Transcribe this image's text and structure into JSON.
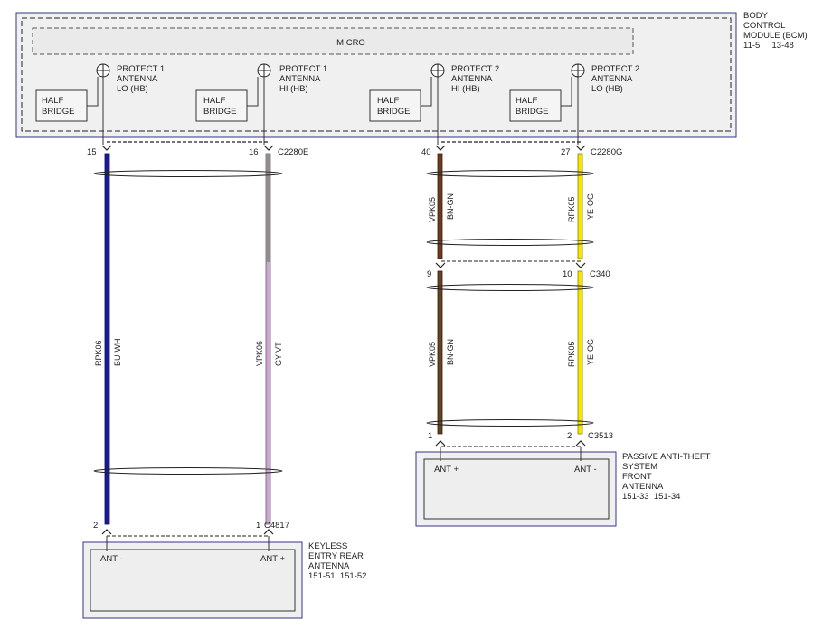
{
  "bcm": {
    "title_lines": [
      "BODY",
      "CONTROL",
      "MODULE (BCM)",
      "11-5     13-48"
    ],
    "micro_label": "MICRO",
    "half_bridge_lines": [
      "HALF",
      "BRIDGE"
    ],
    "protects": [
      [
        "PROTECT 1",
        "ANTENNA",
        "LO (HB)"
      ],
      [
        "PROTECT 1",
        "ANTENNA",
        "HI (HB)"
      ],
      [
        "PROTECT 2",
        "ANTENNA",
        "HI (HB)"
      ],
      [
        "PROTECT 2",
        "ANTENNA",
        "LO (HB)"
      ]
    ]
  },
  "connectors": {
    "c2280e": {
      "name": "C2280E",
      "pins": [
        "15",
        "16"
      ]
    },
    "c2280g": {
      "name": "C2280G",
      "pins": [
        "40",
        "27"
      ]
    },
    "c340": {
      "name": "C340",
      "pins": [
        "9",
        "10"
      ]
    },
    "c3513": {
      "name": "C3513",
      "pins": [
        "1",
        "2"
      ]
    },
    "c4817": {
      "name": "C4817",
      "pins": [
        "2",
        "1"
      ]
    }
  },
  "wires": {
    "w1": {
      "circuit": "RPK06",
      "color_code": "BU-WH",
      "color": "#1a1a9a"
    },
    "w2": {
      "circuit": "VPK06",
      "color_code": "GY-VT",
      "color": "#c9a8cf"
    },
    "w3": {
      "circuit": "VPK05",
      "color_code": "BN-GN",
      "color": "#6b3a1f",
      "stripe": "#2a7a2a"
    },
    "w4": {
      "circuit": "RPK05",
      "color_code": "YE-OG",
      "color": "#f2e600"
    }
  },
  "keyless": {
    "title_lines": [
      "KEYLESS",
      "ENTRY REAR",
      "ANTENNA",
      "151-51  151-52"
    ],
    "pin_left": "ANT -",
    "pin_right": "ANT +"
  },
  "pats": {
    "title_lines": [
      "PASSIVE ANTI-THEFT",
      "SYSTEM",
      "FRONT",
      "ANTENNA",
      "151-33  151-34"
    ],
    "pin_left": "ANT +",
    "pin_right": "ANT -"
  }
}
